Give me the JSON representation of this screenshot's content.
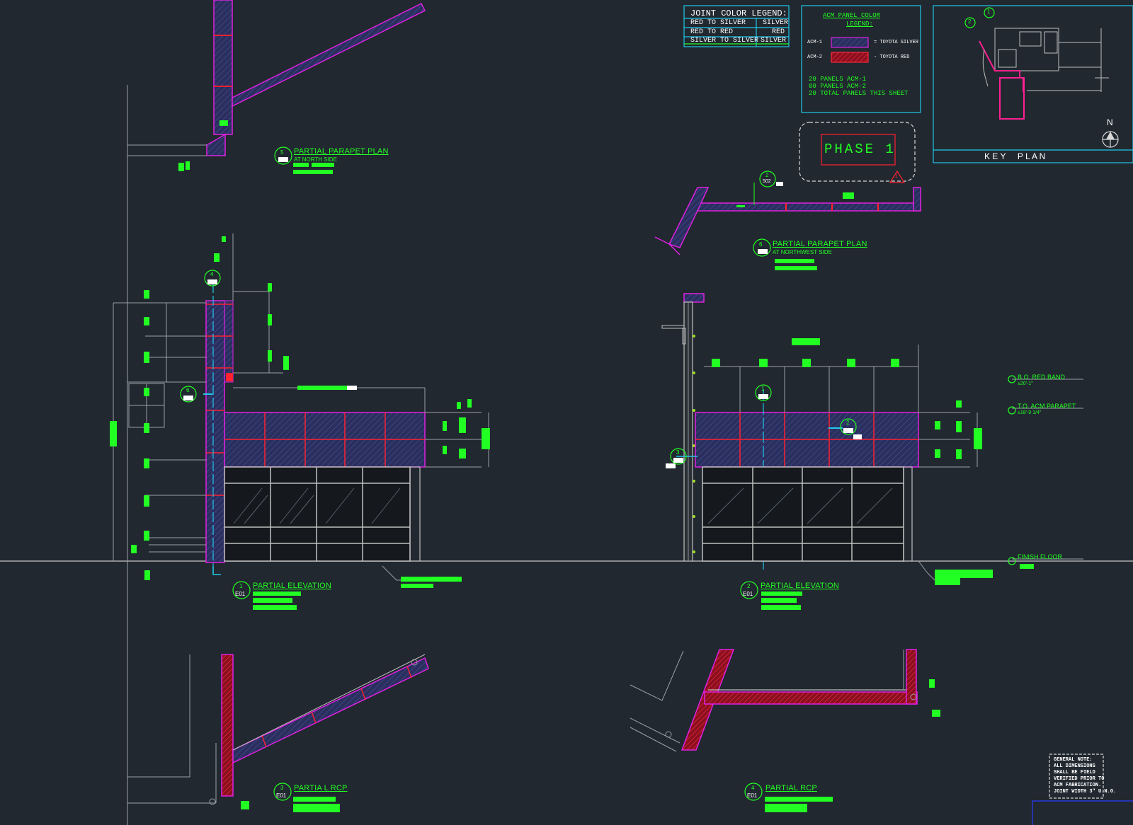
{
  "colors": {
    "background": "#212830",
    "acm_silver": "#7a2bd8",
    "acm_red": "#ff1a2e",
    "annotation_green": "#22ff22",
    "linework": "#9aa0a6",
    "cyan": "#21c8e8"
  },
  "joint_legend": {
    "title": "JOINT COLOR LEGEND:",
    "rows": [
      {
        "joint": "RED TO SILVER",
        "color": "SILVER"
      },
      {
        "joint": "RED TO RED",
        "color": "RED"
      },
      {
        "joint": "SILVER TO SILVER",
        "color": "SILVER"
      }
    ]
  },
  "acm_legend": {
    "title_line1": "ACM PANEL COLOR",
    "title_line2": "LEGEND:",
    "items": [
      {
        "code": "ACM-1",
        "desc": "= TOYOTA SILVER"
      },
      {
        "code": "ACM-2",
        "desc": "- TOYOTA RED"
      }
    ],
    "counts": [
      "20 PANELS ACM-1",
      "00 PANELS ACM-2",
      "20 TOTAL PANELS THIS SHEET"
    ]
  },
  "phase": {
    "label": "PHASE 1",
    "revision": "1"
  },
  "key_plan": {
    "label": "K E Y     P L A N",
    "north": "N",
    "marker_1": "1",
    "marker_2": "2"
  },
  "views": {
    "v5": {
      "num": "5",
      "title": "PARTIAL PARAPET PLAN",
      "subtitle": "AT NORTH SIDE"
    },
    "v6": {
      "num": "6",
      "title": "PARTIAL PARAPET PLAN",
      "subtitle": "AT NORTHWEST SIDE"
    },
    "v1": {
      "num": "1",
      "sheet": "E01",
      "title": "PARTIAL ELEVATION"
    },
    "v2": {
      "num": "2",
      "sheet": "E01",
      "title": "PARTIAL ELEVATION"
    },
    "v3": {
      "num": "3",
      "sheet": "E01",
      "title": "PARTIA L RCP"
    },
    "v4": {
      "num": "4",
      "sheet": "E01",
      "title": "PARTIAL RCP"
    }
  },
  "elevation_markers": [
    {
      "label": "B.O. RED BAND",
      "value": "±20'-1\""
    },
    {
      "label": "T.O. ACM PARAPET",
      "value": "±18'-9 1/4\""
    },
    {
      "label": "FINISH FLOOR",
      "value": ""
    }
  ],
  "callouts": {
    "c_602": "2",
    "c_602_sheet": "502",
    "c1": "1",
    "c2": "2",
    "c3": "3",
    "c4": "4",
    "c6": "6"
  },
  "general_note": {
    "lines": [
      "GENERAL NOTE:",
      "ALL DIMENSIONS",
      "SHALL BE FIELD",
      "VERIFIED PRIOR TO",
      "ACM FABRICATION.",
      "JOINT WIDTH 3\" U.N.O."
    ]
  }
}
